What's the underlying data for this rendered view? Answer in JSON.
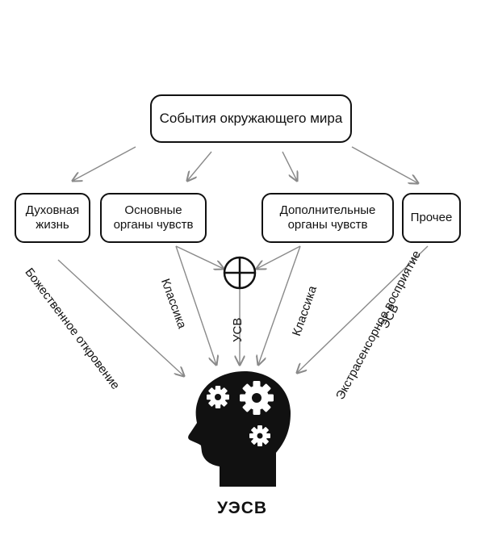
{
  "nodes": {
    "top": "События окружающего мира",
    "spiritual": "Духовная жизнь",
    "basic_senses": "Основные органы чувств",
    "extra_senses": "Дополнительные органы чувств",
    "other": "Прочее"
  },
  "edge_labels": {
    "divine": "Божественное откровение",
    "classic_left": "Классика",
    "usv": "УСВ",
    "classic_right": "Классика",
    "esv_abbr": "ЭСВ",
    "esv_full": "Экстрасенсорное восприятие"
  },
  "result_label": "УЭСВ",
  "icons": {
    "combiner": "circled-plus-icon",
    "head": "head-with-gears-icon"
  },
  "colors": {
    "arrow": "#8a8a8a",
    "ink": "#111111"
  }
}
